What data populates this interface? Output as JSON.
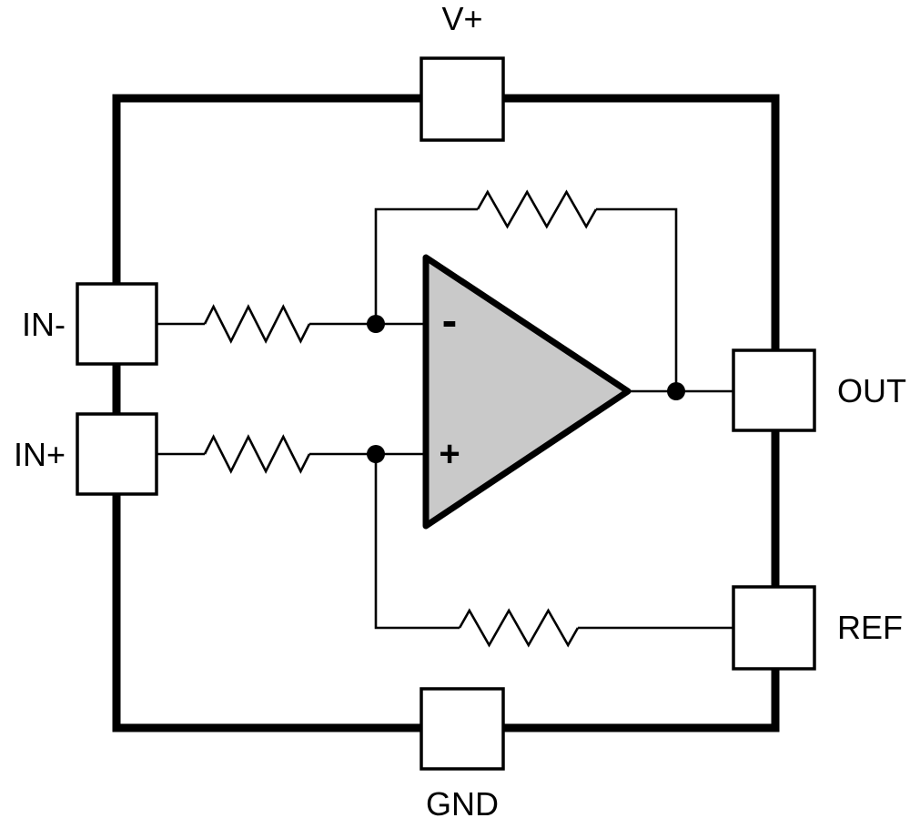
{
  "diagram": {
    "type": "op-amp-functional-block-diagram",
    "pins": {
      "v_plus": "V+",
      "gnd": "GND",
      "in_minus": "IN-",
      "in_plus": "IN+",
      "out": "OUT",
      "ref": "REF"
    },
    "opamp": {
      "inverting_input": "-",
      "noninverting_input": "+"
    },
    "colors": {
      "line": "#000000",
      "opamp_fill": "#c9c9c9",
      "background": "#ffffff"
    }
  }
}
